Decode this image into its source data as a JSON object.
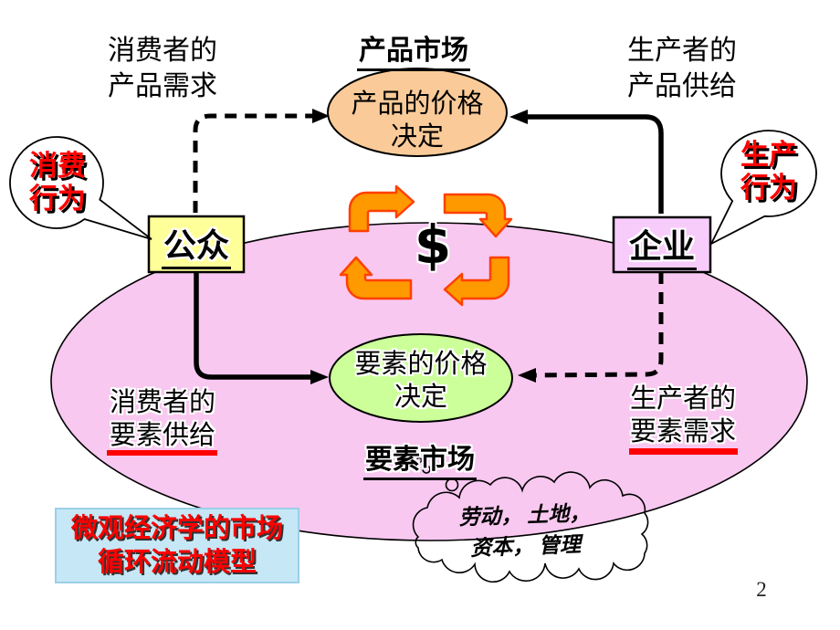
{
  "slide": {
    "page_number": "2"
  },
  "product_market": {
    "title": "产品市场",
    "price_line1": "产品的价格",
    "price_line2": "决定"
  },
  "factor_market": {
    "title": "要素市场",
    "price_line1": "要素的价格",
    "price_line2": "决定"
  },
  "actors": {
    "public_label": "公众",
    "firm_label": "企业"
  },
  "callouts": {
    "consumer_behavior": {
      "line1": "消费",
      "line2": "行为"
    },
    "producer_behavior": {
      "line1": "生产",
      "line2": "行为"
    }
  },
  "flows": {
    "consumer_product_demand": {
      "line1": "消费者的",
      "line2": "产品需求"
    },
    "producer_product_supply": {
      "line1": "生产者的",
      "line2": "产品供给"
    },
    "consumer_factor_supply": {
      "line1": "消费者的",
      "line2": "要素供给"
    },
    "producer_factor_demand": {
      "line1": "生产者的",
      "line2": "要素需求"
    }
  },
  "money_symbol": "$",
  "factor_cloud": {
    "line1": "劳动， 土地，",
    "line2": "资本， 管理"
  },
  "caption": {
    "line1": "微观经济学的市场",
    "line2": "循环流动模型"
  },
  "colors": {
    "market_ellipse_pink": "#F8C8F0",
    "product_ellipse_fill": "#FACB99",
    "factor_ellipse_fill": "#CCFF99",
    "public_box_fill": "#FFFF99",
    "firm_box_fill": "#F8CCFA",
    "caption_box_fill": "#C6E7F5",
    "cycle_arrow_fill": "#FF9900",
    "cycle_arrow_stroke": "#FF4000",
    "emphasis_red": "#FF0000"
  }
}
